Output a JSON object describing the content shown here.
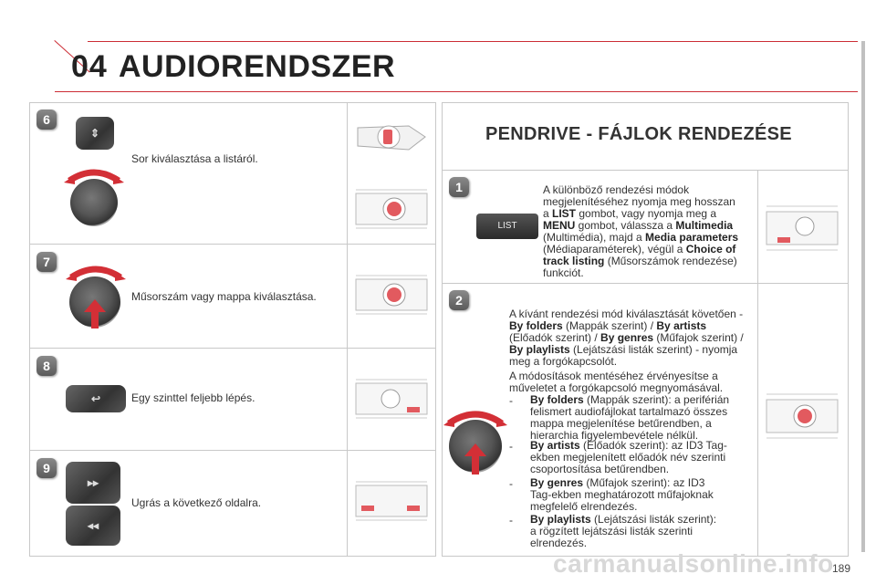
{
  "header": {
    "chapter": "04",
    "title": "AUDIORENDSZER"
  },
  "left_steps": [
    {
      "number": "6",
      "text": "Sor kiválasztása a listáról."
    },
    {
      "number": "7",
      "text": "Műsorszám vagy mappa kiválasztása."
    },
    {
      "number": "8",
      "text": "Egy szinttel feljebb lépés."
    },
    {
      "number": "9",
      "text": "Ugrás a következő oldalra."
    }
  ],
  "right": {
    "section_title": "PENDRIVE - FÁJLOK RENDEZÉSE",
    "step1": {
      "number": "1",
      "button_label": "LIST",
      "l1": "A különböző rendezési módok",
      "l2": "megjelenítéséhez nyomja meg hosszan",
      "l3a": "a ",
      "l3b": "LIST",
      "l3c": " gombot, vagy nyomja meg a",
      "l4a": "MENU",
      "l4b": " gombot, válassza a ",
      "l4c": "Multimedia",
      "l5a": "(Multimédia), majd a ",
      "l5b": "Media parameters",
      "l6a": "(Médiaparaméterek), végül a ",
      "l6b": "Choice of",
      "l7a": "track listing",
      "l7b": " (Műsorszámok rendezése)",
      "l8": "funkciót."
    },
    "step2": {
      "number": "2",
      "p1": "A kívánt rendezési mód kiválasztását követően -",
      "p2a": "By folders",
      "p2b": " (Mappák szerint) / ",
      "p2c": "By artists",
      "p3a": "(Előadók szerint) / ",
      "p3b": "By genres",
      "p3c": " (Műfajok szerint) /",
      "p4a": "By playlists",
      "p4b": " (Lejátszási listák szerint) - nyomja",
      "p5": "meg a forgókapcsolót.",
      "p6": "A módosítások mentéséhez érvényesítse a",
      "p7": "műveletet a forgókapcsoló megnyomásával.",
      "bullets": [
        {
          "term": "By folders",
          "l1": " (Mappák szerint): a periférián",
          "l2": "felismert audiofájlokat tartalmazó összes",
          "l3": "mappa megjelenítése betűrendben, a",
          "l4": "hierarchia figyelembevétele nélkül."
        },
        {
          "term": "By artists",
          "l1": " (Előadók szerint): az ID3 Tag-",
          "l2": "ekben megjelenített előadók név szerinti",
          "l3": "csoportosítása betűrendben.",
          "l4": ""
        },
        {
          "term": "By genres",
          "l1": " (Műfajok szerint): az ID3",
          "l2": "Tag-ekben meghatározott műfajoknak",
          "l3": "megfelelő elrendezés.",
          "l4": ""
        },
        {
          "term": "By playlists",
          "l1": " (Lejátszási listák szerint):",
          "l2": "a rögzített lejátszási listák szerinti",
          "l3": "elrendezés.",
          "l4": ""
        }
      ]
    }
  },
  "page_number": "189",
  "watermark": "carmanualsonline.info",
  "colors": {
    "accent": "#cc2d35",
    "knob_arrow": "#d32f36",
    "border": "#c8c8c8"
  }
}
